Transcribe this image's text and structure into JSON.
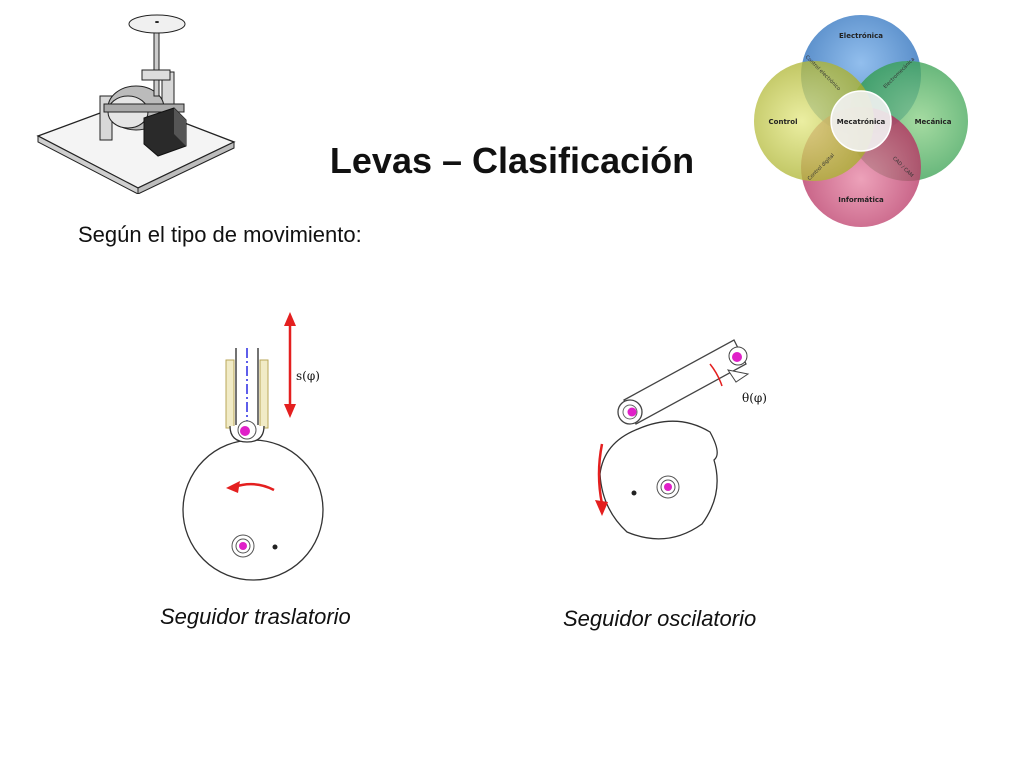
{
  "slide": {
    "title": "Levas – Clasificación",
    "subtitle": "Según el tipo de movimiento:"
  },
  "venn": {
    "center": "Mecatrónica",
    "circles": [
      {
        "label": "Electrónica",
        "color": "#3f7fc8"
      },
      {
        "label": "Mecánica",
        "color": "#3aa65a"
      },
      {
        "label": "Informática",
        "color": "#c0386a"
      },
      {
        "label": "Control",
        "color": "#b9c23a"
      }
    ],
    "overlaps": [
      "Control electrónico",
      "Electromecánica",
      "CAD / CAM",
      "Control digital"
    ]
  },
  "diagrams": {
    "translating": {
      "caption": "Seguidor traslatorio",
      "symbol": "s(φ)"
    },
    "oscillating": {
      "caption": "Seguidor oscilatorio",
      "symbol": "θ(φ)"
    }
  },
  "colors": {
    "arrow": "#e41f1f",
    "pivot": "#e020c8",
    "axis": "#1a1ae0"
  },
  "icons": [
    "cam-mechanism-icon",
    "venn-diagram-logo",
    "arrow-icon"
  ]
}
